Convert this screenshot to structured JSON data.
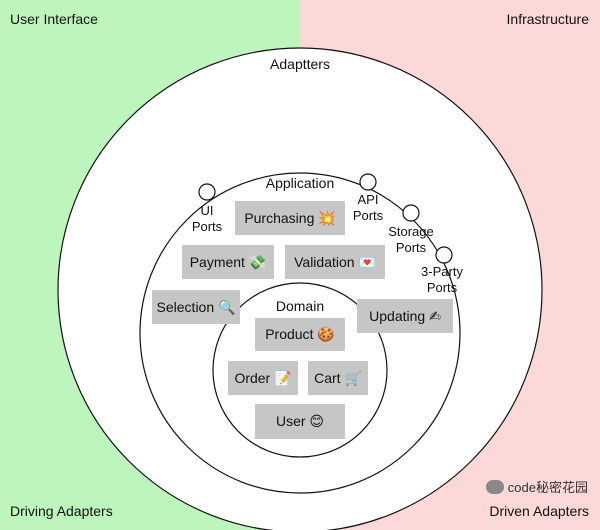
{
  "corners": {
    "top_left": "User Interface",
    "top_right": "Infrastructure",
    "bottom_left": "Driving Adapters",
    "bottom_right": "Driven Adapters"
  },
  "layers": {
    "outer": "Adaptters",
    "middle": "Application",
    "inner": "Domain"
  },
  "ports": [
    {
      "line1": "UI",
      "line2": "Ports"
    },
    {
      "line1": "API",
      "line2": "Ports"
    },
    {
      "line1": "Storage",
      "line2": "Ports"
    },
    {
      "line1": "3-Party",
      "line2": "Ports"
    }
  ],
  "application_items": [
    "Purchasing 💥",
    "Payment 💸",
    "Validation 💌",
    "Selection 🔍",
    "Updating ✍"
  ],
  "domain_items": [
    "Product 🍪",
    "Order 📝",
    "Cart 🛒",
    "User 😊"
  ],
  "watermark": "code秘密花园",
  "colors": {
    "driving_side": "#bdf5bd",
    "driven_side": "#fdd8d8",
    "box_fill": "#c6c6c6"
  }
}
